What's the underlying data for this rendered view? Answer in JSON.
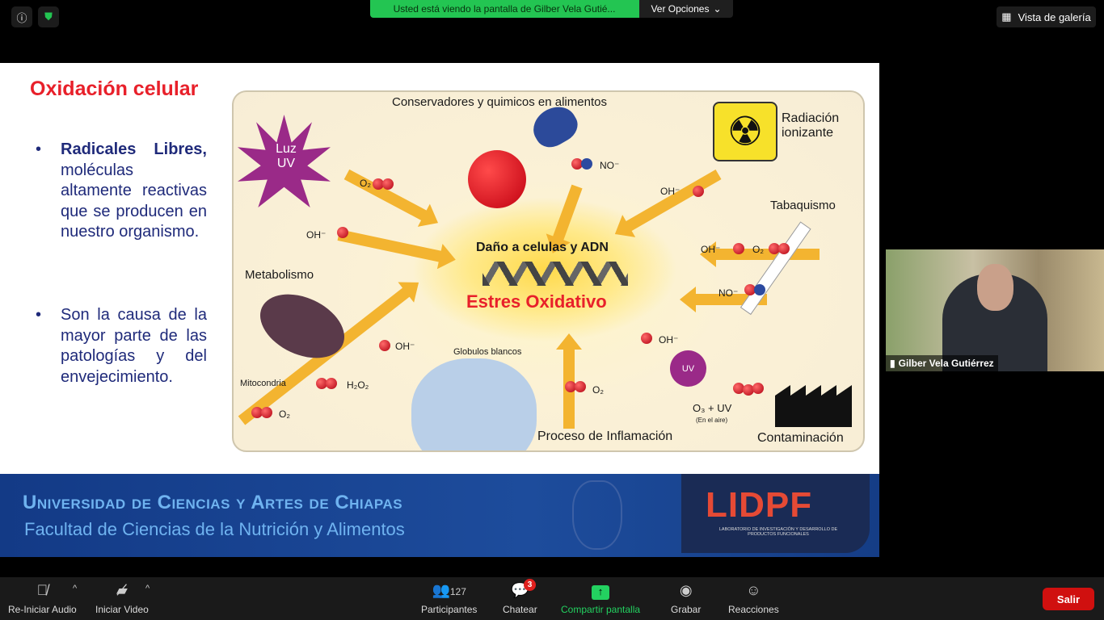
{
  "top": {
    "banner": "Usted está viendo la pantalla de Gilber Vela Gutié...",
    "options": "Ver Opciones",
    "gallery": "Vista de galería"
  },
  "slide": {
    "title": "Oxidación celular",
    "bullet1_bold": "Radicales Libres,",
    "bullet1_rest": " moléculas altamente reactivas que se producen en nuestro organismo.",
    "bullet2": "Son la causa de la mayor parte de las patologías y del envejecimiento.",
    "diagram": {
      "luz_uv": "Luz UV",
      "conservadores": "Conservadores y quimicos en alimentos",
      "radiacion": "Radiación ionizante",
      "tabaquismo": "Tabaquismo",
      "metabolismo": "Metabolismo",
      "mitocondria": "Mitocondria",
      "globulos": "Globulos blancos",
      "dano": "Daño a celulas y ADN",
      "estres": "Estres Oxidativo",
      "inflamacion": "Proceso de Inflamación",
      "contaminacion": "Contaminación",
      "o3uv": "O₃ + UV",
      "en_aire": "(En el aire)",
      "uv": "UV",
      "o2": "O₂",
      "oh": "OH⁻",
      "no": "NO⁻",
      "h2o2": "H₂O₂"
    },
    "footer": {
      "university": "Universidad de Ciencias y Artes de Chiapas",
      "faculty": "Facultad de Ciencias de la Nutrición y Alimentos",
      "logo": "LIDPF",
      "logo_sub": "LABORATORIO DE INVESTIGACIÓN Y DESARROLLO DE PRODUCTOS FUNCIONALES"
    }
  },
  "video": {
    "name": "Gilber Vela Gutiérrez"
  },
  "toolbar": {
    "audio": "Re-Iniciar Audio",
    "video": "Iniciar Video",
    "participants": "Participantes",
    "participants_count": "127",
    "chat": "Chatear",
    "chat_badge": "3",
    "share": "Compartir pantalla",
    "record": "Grabar",
    "reactions": "Reacciones",
    "leave": "Salir"
  }
}
